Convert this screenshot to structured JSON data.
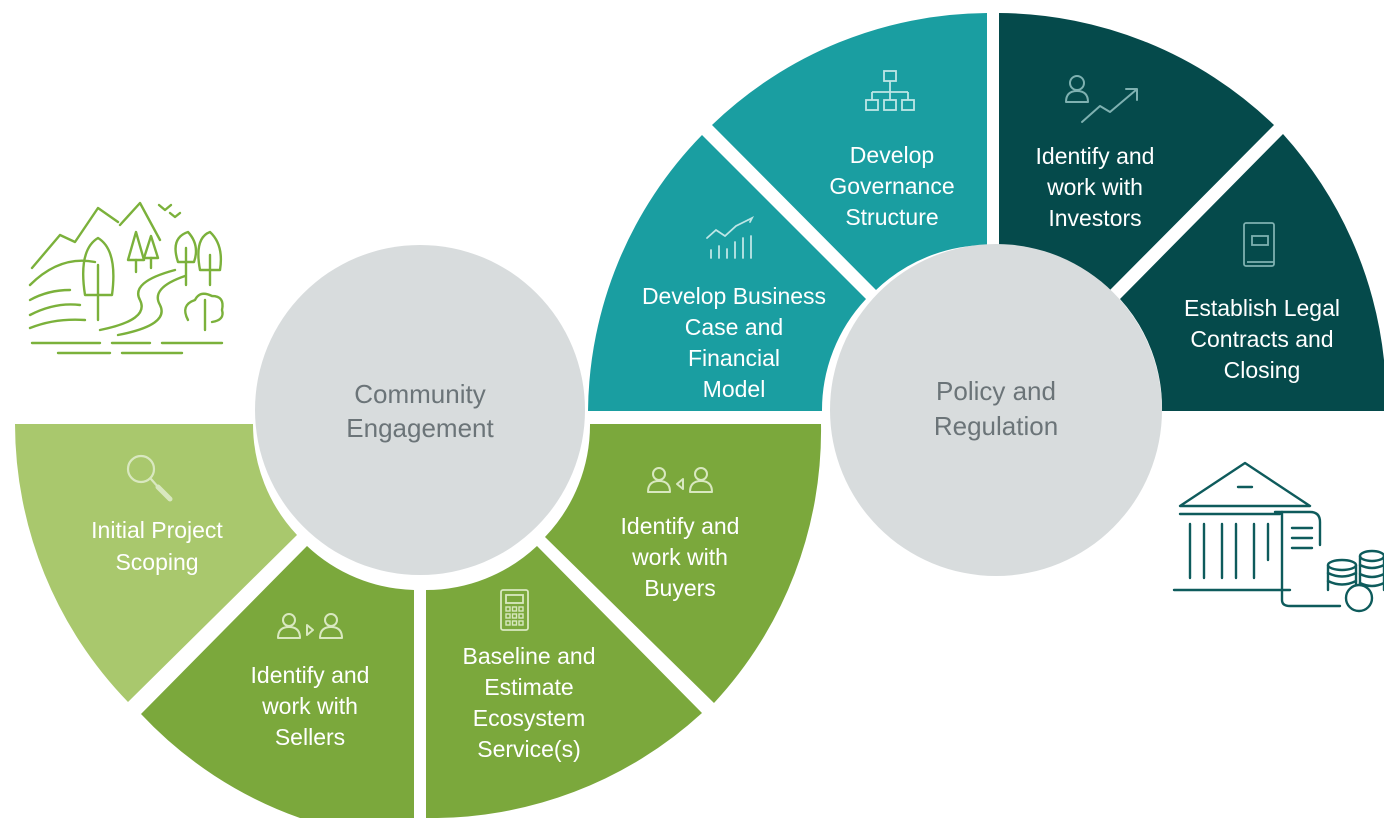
{
  "colors": {
    "light_green": "#a9c86d",
    "green": "#7ba83c",
    "teal": "#1a9ea1",
    "dark_teal": "#054a4b",
    "hub_gray": "#d8dcdd",
    "hub_text": "#6b7478",
    "line_art_green": "#7bb13b",
    "line_art_teal": "#0e5b5c",
    "icon_light": "#d9e8c0",
    "icon_teal_light": "#bfe6e6",
    "icon_dark_light": "#7fb1b1"
  },
  "hubs": {
    "community": [
      "Community",
      "Engagement"
    ],
    "policy": [
      "Policy and",
      "Regulation"
    ]
  },
  "segments": [
    {
      "id": "initial-project-scoping",
      "lines": [
        "Initial Project",
        "Scoping"
      ],
      "icon": "magnifier-icon"
    },
    {
      "id": "identify-sellers",
      "lines": [
        "Identify and",
        "work with",
        "Sellers"
      ],
      "icon": "people-exchange-icon"
    },
    {
      "id": "baseline-ecosystem",
      "lines": [
        "Baseline and",
        "Estimate",
        "Ecosystem",
        "Service(s)"
      ],
      "icon": "calculator-icon"
    },
    {
      "id": "identify-buyers",
      "lines": [
        "Identify and",
        "work with",
        "Buyers"
      ],
      "icon": "people-exchange-icon"
    },
    {
      "id": "business-case",
      "lines": [
        "Develop Business",
        "Case and",
        "Financial",
        "Model"
      ],
      "icon": "growth-chart-icon"
    },
    {
      "id": "governance-structure",
      "lines": [
        "Develop",
        "Governance",
        "Structure"
      ],
      "icon": "org-chart-icon"
    },
    {
      "id": "identify-investors",
      "lines": [
        "Identify and",
        "work with",
        "Investors"
      ],
      "icon": "investor-growth-icon"
    },
    {
      "id": "legal-contracts",
      "lines": [
        "Establish Legal",
        "Contracts and",
        "Closing"
      ],
      "icon": "contract-book-icon"
    }
  ],
  "illustrations": [
    "landscape-illustration",
    "bank-contract-coins-illustration"
  ]
}
